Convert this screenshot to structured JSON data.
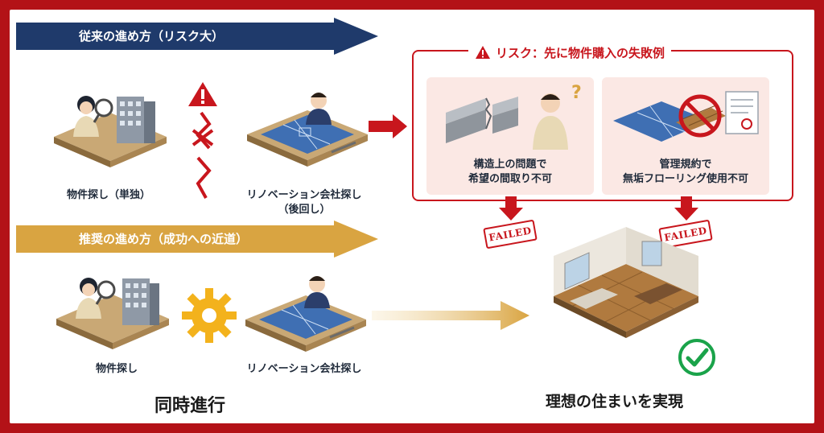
{
  "traditional": {
    "banner": "従来の進め方（リスク大）",
    "step1_caption": "物件探し（単独）",
    "step2_caption_line1": "リノベーション会社探し",
    "step2_caption_line2": "（後回し）"
  },
  "risk": {
    "title": "リスク：先に物件購入の失敗例",
    "cards": [
      {
        "line1": "構造上の問題で",
        "line2": "希望の間取り不可",
        "stamp": "FAILED"
      },
      {
        "line1": "管理規約で",
        "line2": "無垢フローリング使用不可",
        "stamp": "FAILED"
      }
    ]
  },
  "recommended": {
    "banner": "推奨の進め方（成功への近道）",
    "step1_caption": "物件探し",
    "step2_caption": "リノベーション会社探し",
    "together_label": "同時進行",
    "result_label": "理想の住まいを実現"
  },
  "colors": {
    "frame": "#b31217",
    "navy": "#1f3a6b",
    "gold": "#d9a441",
    "risk_red": "#c8161d",
    "success_green": "#1aa34a"
  }
}
